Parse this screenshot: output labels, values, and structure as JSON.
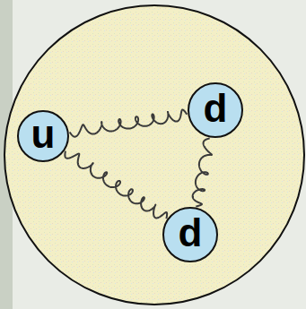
{
  "diagram": {
    "nodes": [
      {
        "text": [
          "u"
        ]
      },
      {
        "text": [
          "d"
        ]
      },
      {
        "text": [
          "d"
        ]
      }
    ],
    "edges": [
      {
        "from": 0,
        "to": 1,
        "arrow": "none"
      },
      {
        "from": 1,
        "to": 2,
        "arrow": "none"
      },
      {
        "from": 0,
        "to": 2,
        "arrow": "none"
      }
    ]
  }
}
